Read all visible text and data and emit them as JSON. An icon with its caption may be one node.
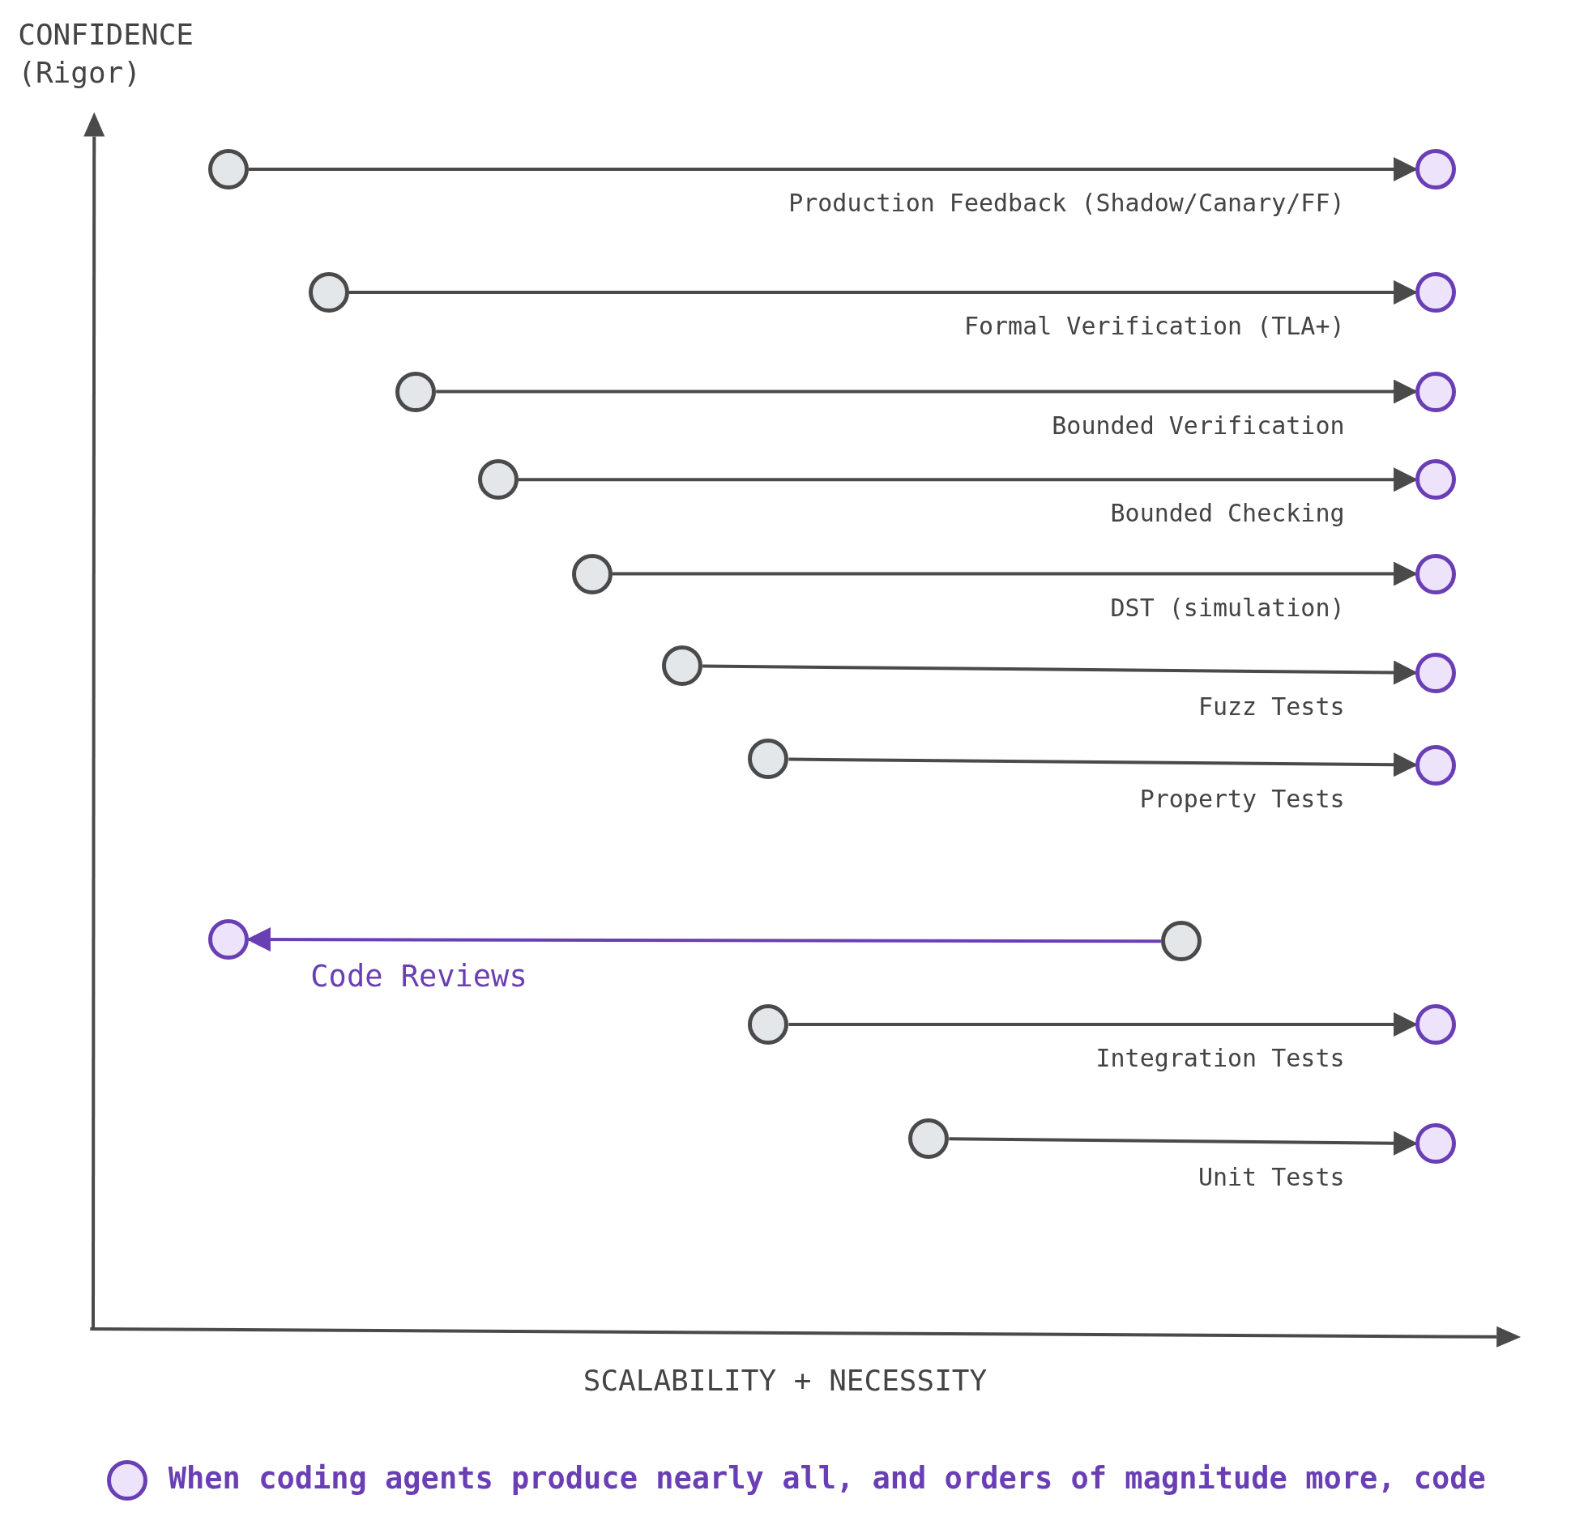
{
  "diagram": {
    "nodes": [
      {
        "text": [],
        "shape": "circle"
      },
      {
        "text": [],
        "shape": "circle"
      },
      {
        "text": [],
        "shape": "circle"
      },
      {
        "text": [],
        "shape": "circle"
      },
      {
        "text": [],
        "shape": "circle"
      },
      {
        "text": [],
        "shape": "circle"
      },
      {
        "text": [],
        "shape": "circle"
      },
      {
        "text": [],
        "shape": "circle"
      },
      {
        "text": [],
        "shape": "circle"
      },
      {
        "text": [],
        "shape": "circle"
      },
      {
        "text": [],
        "shape": "circle"
      },
      {
        "text": [],
        "shape": "circle"
      },
      {
        "text": [],
        "shape": "circle"
      },
      {
        "text": [],
        "shape": "circle"
      },
      {
        "text": [],
        "shape": "circle"
      },
      {
        "text": [],
        "shape": "circle"
      },
      {
        "text": [],
        "shape": "circle"
      },
      {
        "text": [],
        "shape": "circle"
      },
      {
        "text": [],
        "shape": "circle"
      },
      {
        "text": [],
        "shape": "circle"
      }
    ],
    "edges": [
      {
        "from": 0,
        "to": 1,
        "arrow": "to",
        "label": "Production Feedback (Shadow/Canary/FF)"
      },
      {
        "from": 2,
        "to": 3,
        "arrow": "to",
        "label": "Formal Verification (TLA+)"
      },
      {
        "from": 4,
        "to": 5,
        "arrow": "to",
        "label": "Bounded Verification"
      },
      {
        "from": 6,
        "to": 7,
        "arrow": "to",
        "label": "Bounded Checking"
      },
      {
        "from": 8,
        "to": 9,
        "arrow": "to",
        "label": "DST (simulation)"
      },
      {
        "from": 10,
        "to": 11,
        "arrow": "to",
        "label": "Fuzz Tests"
      },
      {
        "from": 12,
        "to": 13,
        "arrow": "to",
        "label": "Property Tests"
      },
      {
        "from": 15,
        "to": 14,
        "arrow": "to",
        "label": "Code Reviews",
        "color": "#6a3fb5"
      },
      {
        "from": 16,
        "to": 17,
        "arrow": "to",
        "label": "Integration Tests"
      },
      {
        "from": 18,
        "to": 19,
        "arrow": "to",
        "label": "Unit Tests"
      }
    ],
    "labels": [
      "CONFIDENCE (Rigor)",
      "SCALABILITY + NECESSITY"
    ],
    "legend": [
      {
        "text": "When coding agents produce nearly all, and orders of magnitude more, code"
      }
    ]
  }
}
